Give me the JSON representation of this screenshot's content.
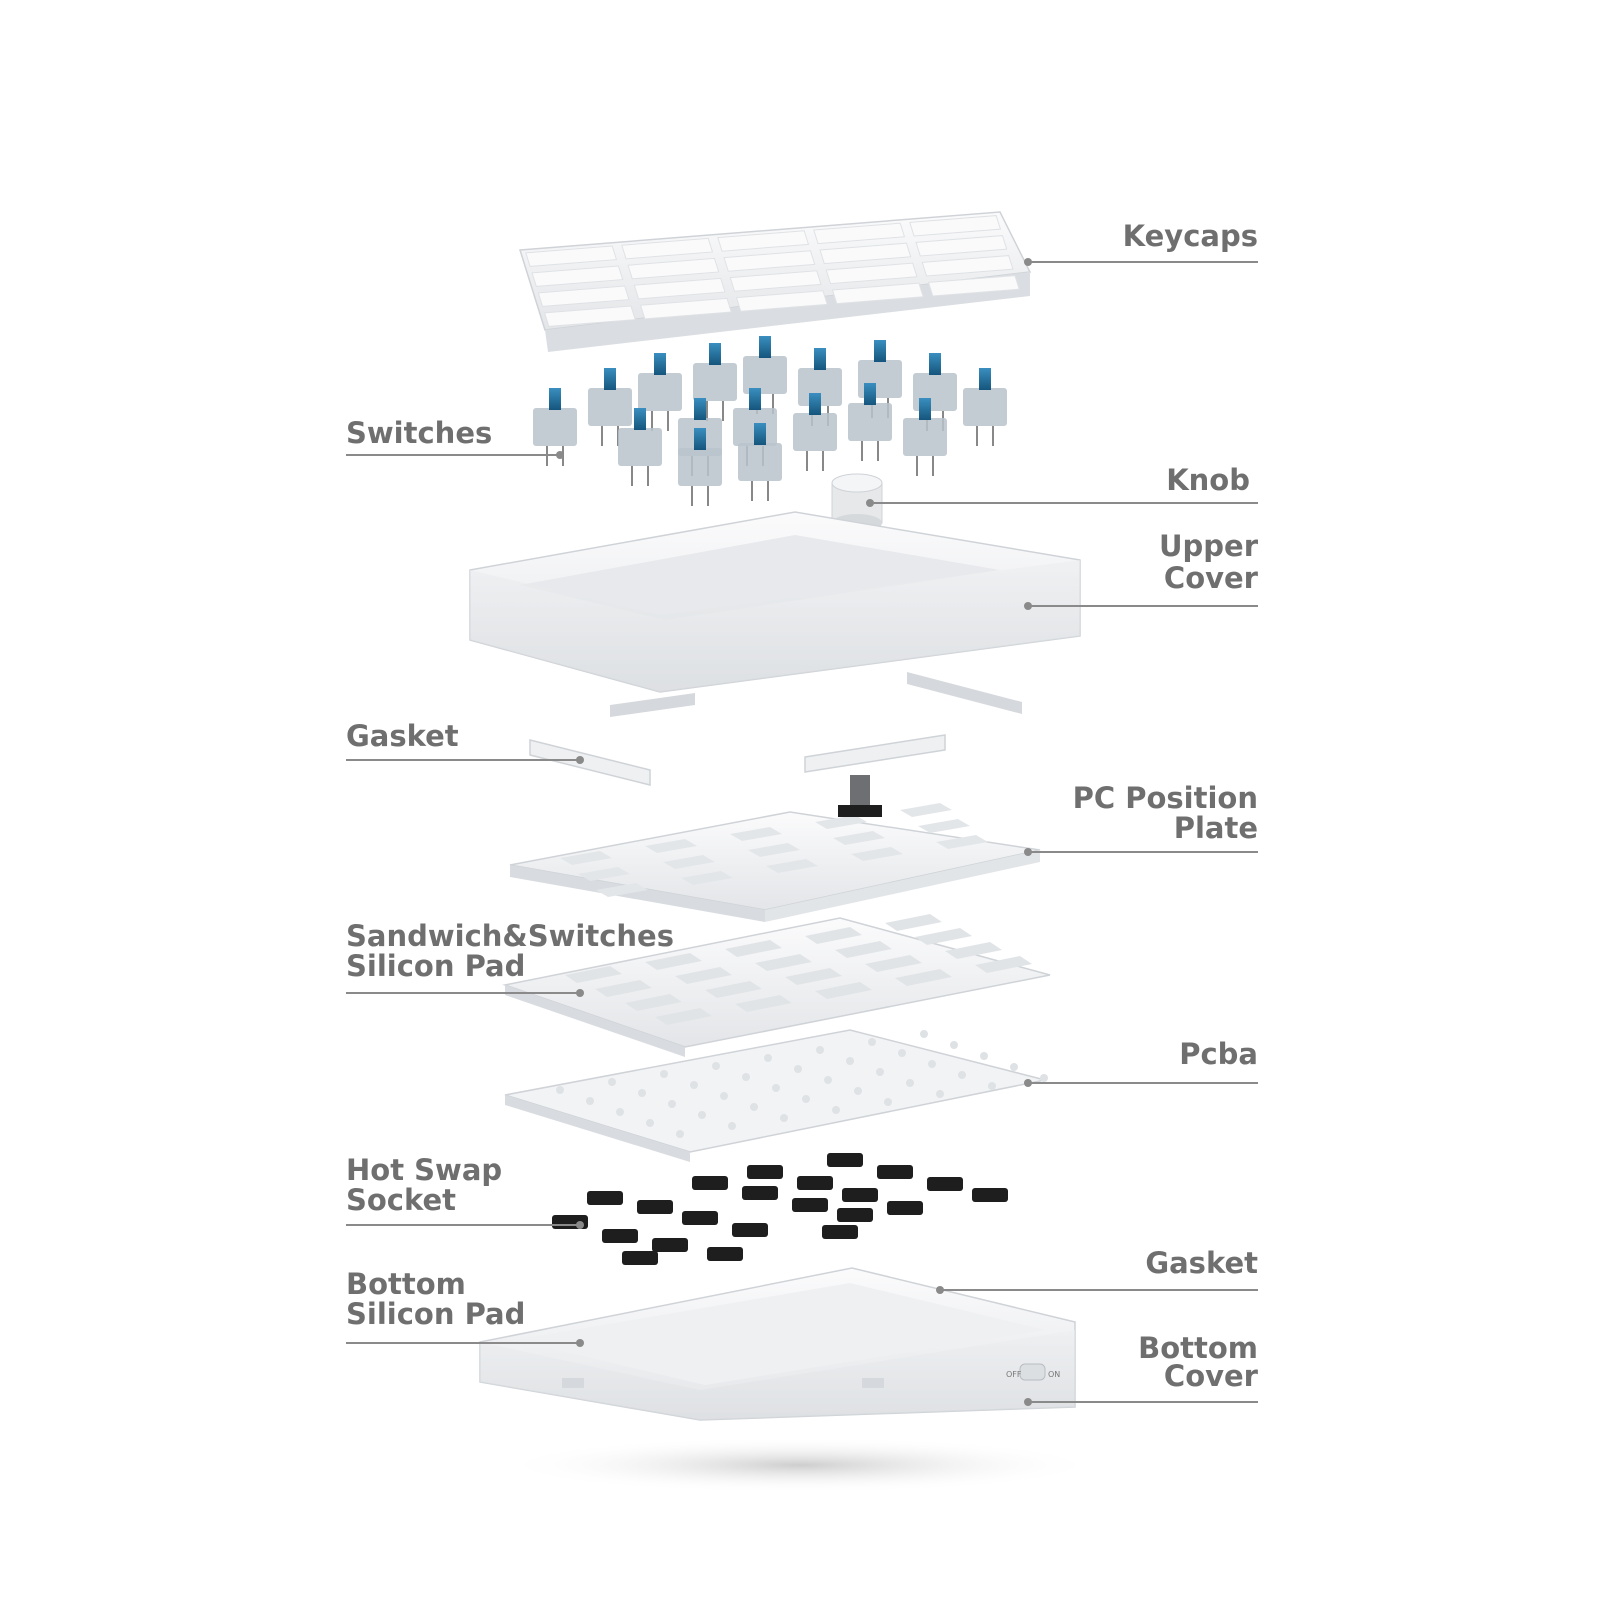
{
  "labels": {
    "keycaps": "Keycaps",
    "switches": "Switches",
    "knob": "Knob",
    "upper_cover_1": "Upper",
    "upper_cover_2": "Cover",
    "gasket_top": "Gasket",
    "pc_plate_1": "PC Position",
    "pc_plate_2": "Plate",
    "sandwich_1": "Sandwich&Switches",
    "sandwich_2": "Silicon Pad",
    "pcba": "Pcba",
    "hotswap_1": "Hot Swap",
    "hotswap_2": "Socket",
    "gasket_bottom": "Gasket",
    "bottom_pad_1": "Bottom",
    "bottom_pad_2": "Silicon Pad",
    "bottom_cover_1": "Bottom",
    "bottom_cover_2": "Cover",
    "switch_off": "OFF",
    "switch_on": "ON"
  },
  "colors": {
    "label_text": "#6f6f6f",
    "leader_line": "#8a8a8a",
    "switch_stem_blue": "#1f6f9f",
    "socket_black": "#1e1e1e",
    "part_white": "#f3f4f6"
  }
}
